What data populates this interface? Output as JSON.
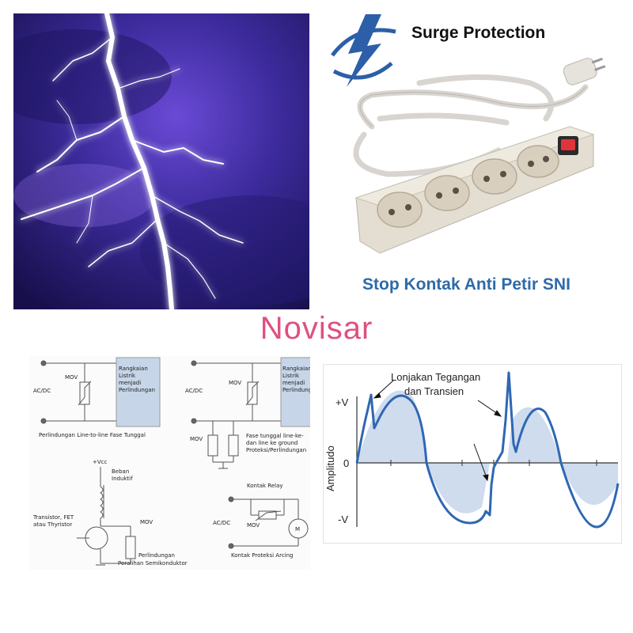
{
  "brand": "Novisar",
  "product": {
    "title": "Surge Protection",
    "subtitle": "Stop Kontak Anti Petir SNI",
    "strip_label": "Novisar"
  },
  "circuits": {
    "d1_label1": "MOV",
    "d1_source": "AC/DC",
    "d1_box": [
      "Rangkaian",
      "Listrik",
      "menjadi",
      "Perlindungan"
    ],
    "d1_caption": "Perlindungan Line-to-line Fase Tunggal",
    "d2_source": "AC/DC",
    "d2_label1": "MOV",
    "d2_label2": "MOV",
    "d2_box": [
      "Rangkaian",
      "Listrik",
      "menjadi",
      "Perlindungan"
    ],
    "d2_caption": [
      "Fase tunggal line-ke-",
      "dan line ke ground",
      "Proteksi/Perlindungan"
    ],
    "d3_vcc": "+Vcc",
    "d3_load": [
      "Beban",
      "Induktif"
    ],
    "d3_switch": [
      "Transistor, FET",
      "atau Thyristor"
    ],
    "d3_mov": "MOV",
    "d3_caption": [
      "Perlindungan",
      "Peralihan Semikonduktor"
    ],
    "d4_relay": "Kontak Relay",
    "d4_source": "AC/DC",
    "d4_mov": "MOV",
    "d4_motor": "M",
    "d4_caption": "Kontak Proteksi Arcing"
  },
  "waveform": {
    "annotation": [
      "Lonjakan Tegangan",
      "dan Transien"
    ],
    "ylabel": "Amplitudo",
    "ticks": [
      "+V",
      "0",
      "-V"
    ]
  },
  "colors": {
    "brand": "#e0507e",
    "subtitle": "#2e6aa8",
    "wave": "#2f67b3",
    "wave_fill": "#cfdcee",
    "lightning_bg": "#3a2a8a"
  }
}
